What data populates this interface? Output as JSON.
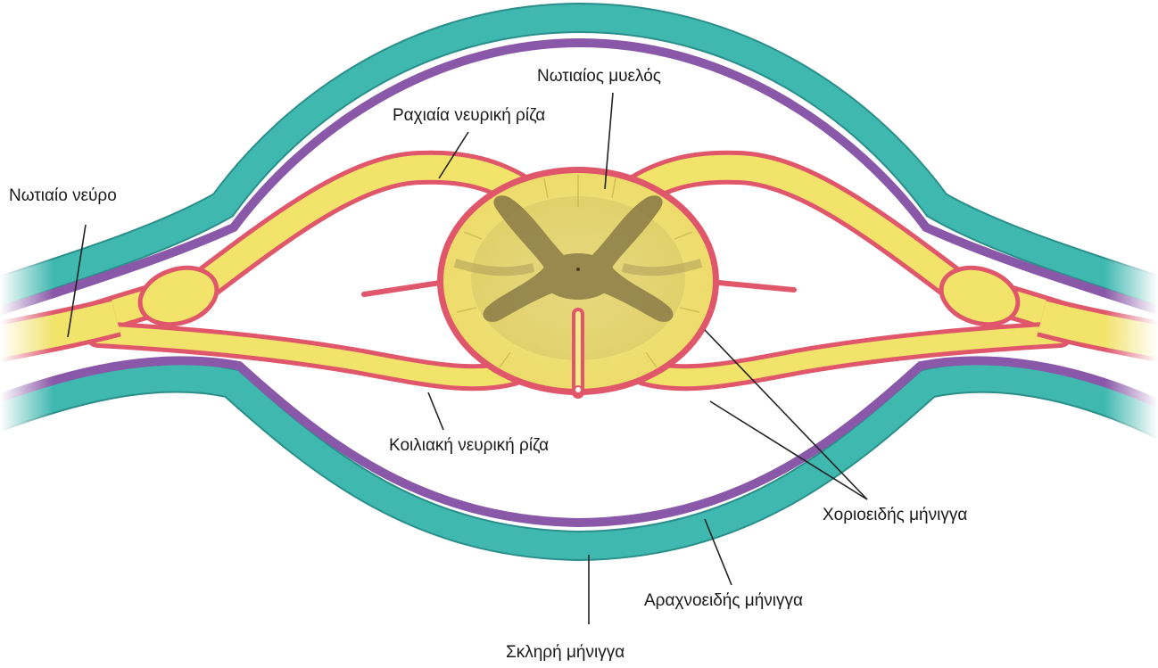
{
  "labels": {
    "spinal_cord": "Νωτιαίος μυελός",
    "dorsal_root": "Ραχιαία νευρική ρίζα",
    "spinal_nerve": "Νωτιαίο νεύρο",
    "ventral_root": "Κοιλιακή νευρική ρίζα",
    "pia_mater": "Χοριοειδής μήνιγγα",
    "arachnoid_mater": "Αραχνοειδής μήνιγγα",
    "dura_mater": "Σκληρή μήνιγγα"
  },
  "colors": {
    "dura": "#3fb8b0",
    "dura_edge": "#2a8f8a",
    "arachnoid": "#8a58a8",
    "pia": "#e0566a",
    "nerve": "#f2e36a",
    "cord_white": "#f3e57a",
    "grey_matter": "#8c7a42",
    "leader_line": "#222222"
  }
}
